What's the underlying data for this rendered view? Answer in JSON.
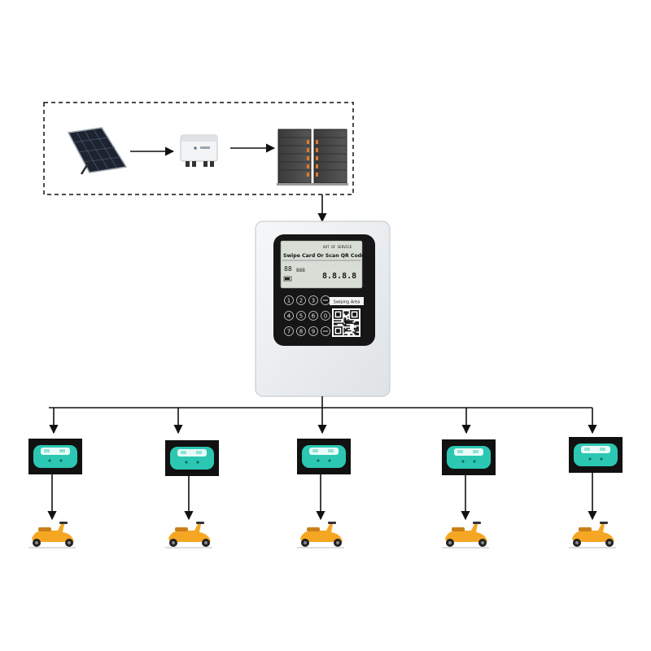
{
  "charger": {
    "screen_headline": "Swipe Card Or Scan QR Code",
    "screen_status": "OUT OF SERVICE",
    "screen_left_digits": "88",
    "screen_left_digits2": "888",
    "screen_right_digits": "8.8.8.8",
    "swipe_label": "Swiping Area",
    "keypad": [
      "1",
      "2",
      "3",
      "",
      "4",
      "5",
      "6",
      "0",
      "7",
      "8",
      "9",
      ""
    ]
  },
  "outlets": [
    {
      "id": "outlet-1"
    },
    {
      "id": "outlet-2"
    },
    {
      "id": "outlet-3"
    },
    {
      "id": "outlet-4"
    },
    {
      "id": "outlet-5"
    }
  ],
  "scooters": [
    {
      "id": "scooter-1"
    },
    {
      "id": "scooter-2"
    },
    {
      "id": "scooter-3"
    },
    {
      "id": "scooter-4"
    },
    {
      "id": "scooter-5"
    }
  ],
  "colors": {
    "arrow": "#111111",
    "outlet_teal": "#2cc7b2",
    "outlet_bg": "#111111",
    "scooter": "#f5a623",
    "charger_body": "#e9ecef",
    "screen": "#d8ddd6",
    "panel": "#161616",
    "battery_orange": "#e07a2e"
  },
  "icons": {
    "solar": "solar-panel-icon",
    "inverter": "inverter-icon",
    "battery": "battery-storage-icon",
    "outlet": "outlet-icon",
    "scooter": "scooter-icon",
    "qr": "qr-code-icon"
  }
}
